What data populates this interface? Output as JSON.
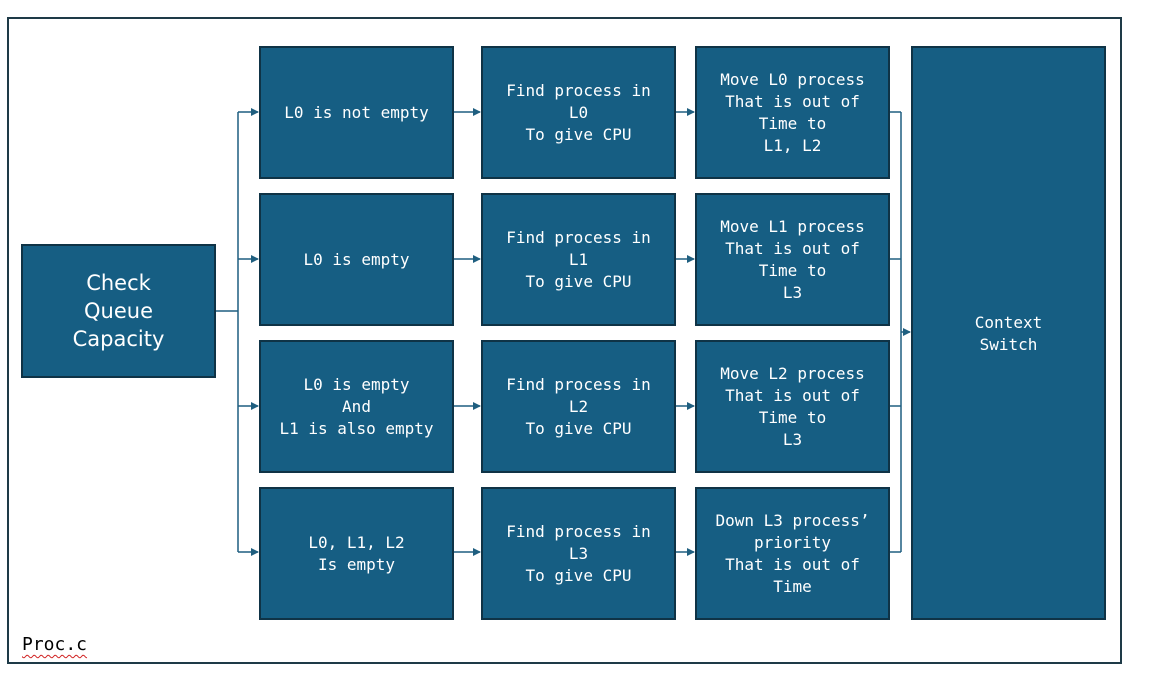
{
  "colors": {
    "box_fill": "#165e83",
    "box_border": "#0f3346",
    "connector": "#1f5f80",
    "frame_border": "#1e3a47",
    "text_on_box": "#ffffff"
  },
  "start": {
    "label": "Check\nQueue\nCapacity"
  },
  "rows": [
    {
      "condition": "L0 is not empty",
      "find": "Find process in\nL0\nTo give CPU",
      "move": "Move L0 process\nThat is out of\nTime to\nL1, L2"
    },
    {
      "condition": "L0 is empty",
      "find": "Find process in\nL1\nTo give CPU",
      "move": "Move L1 process\nThat is out of\nTime to\nL3"
    },
    {
      "condition": "L0 is empty\nAnd\nL1 is also empty",
      "find": "Find process in\nL2\nTo give CPU",
      "move": "Move L2 process\nThat is out of\nTime to\nL3"
    },
    {
      "condition": "L0, L1, L2\nIs empty",
      "find": "Find process in\nL3\nTo give CPU",
      "move": "Down L3 process’\npriority\nThat is out of\nTime"
    }
  ],
  "end": {
    "label": "Context\nSwitch"
  },
  "footer": {
    "file_name": "Proc.c"
  }
}
